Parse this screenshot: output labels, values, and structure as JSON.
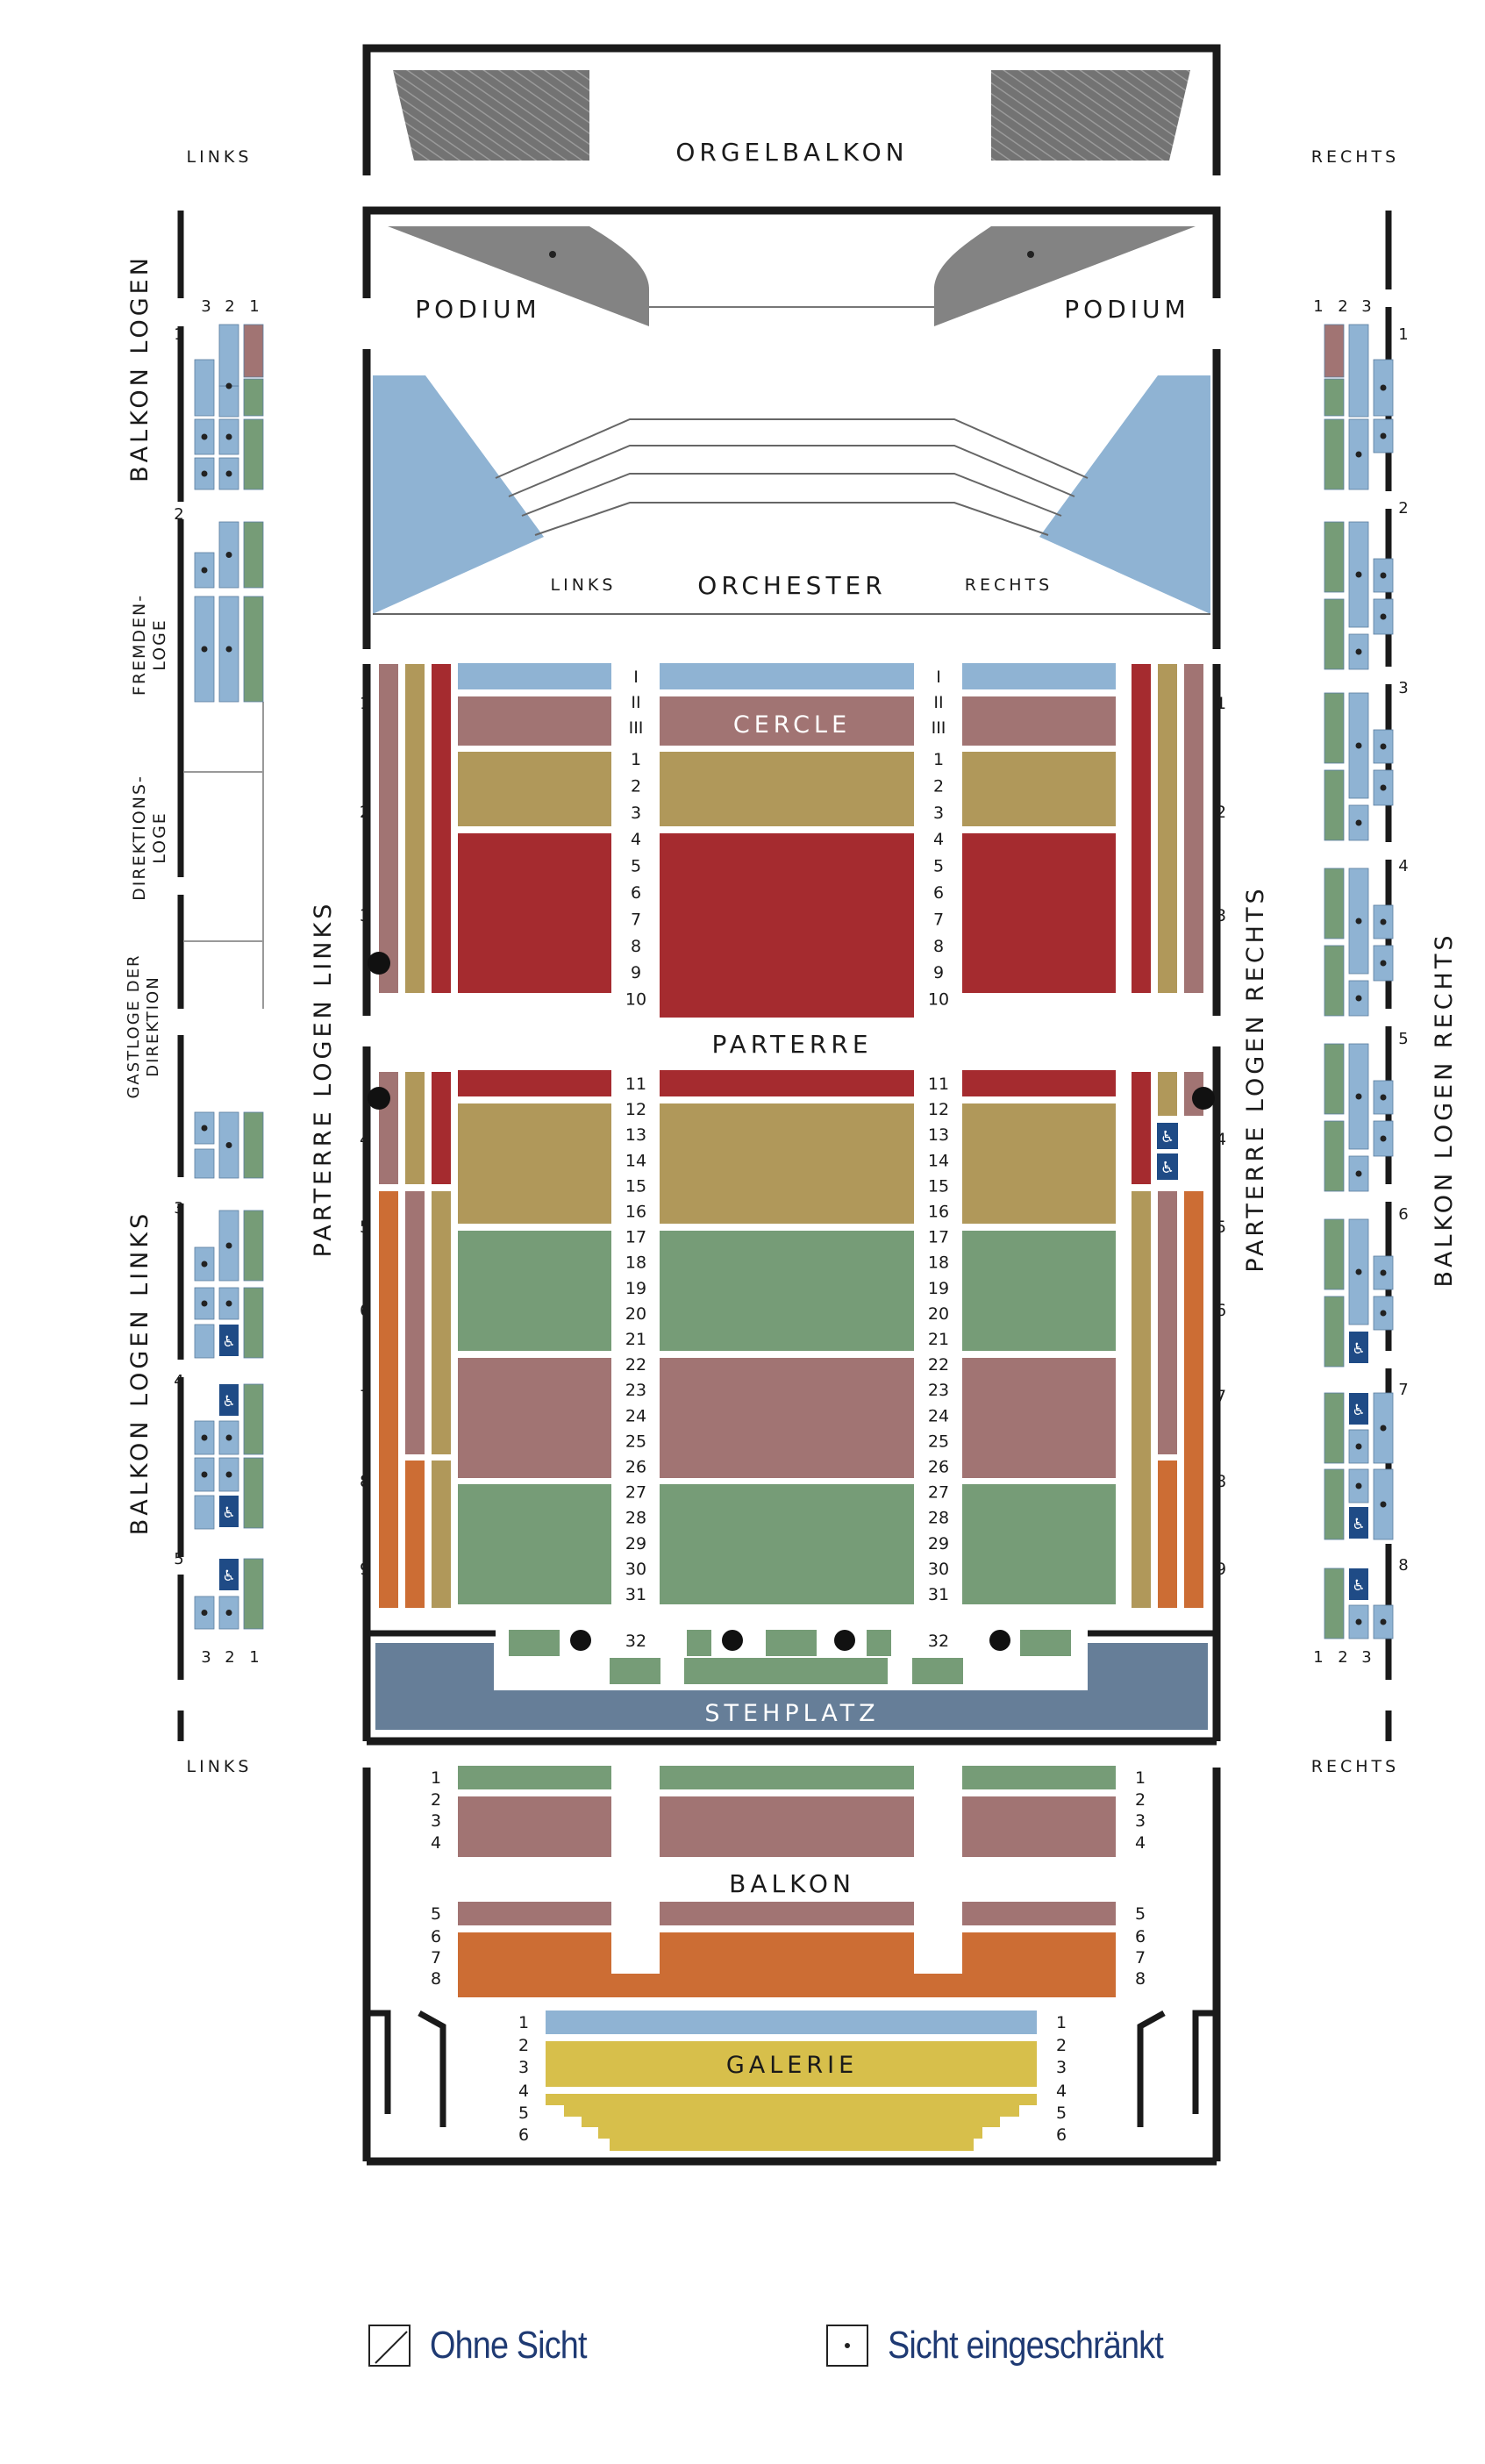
{
  "labels": {
    "links": "LINKS",
    "rechts": "RECHTS",
    "orgelbalkon": "ORGELBALKON",
    "podium": "PODIUM",
    "orchester": "ORCHESTER",
    "cercle": "CERCLE",
    "parterre": "PARTERRE",
    "stehplatz": "STEHPLATZ",
    "balkon": "BALKON",
    "galerie": "GALERIE",
    "balkon_logen": "BALKON LOGEN",
    "balkon_logen_links": "BALKON LOGEN LINKS",
    "balkon_logen_rechts": "BALKON LOGEN RECHTS",
    "parterre_logen_links": "PARTERRE LOGEN LINKS",
    "parterre_logen_rechts": "PARTERRE LOGEN RECHTS",
    "fremdenloge_1": "FREMDEN-",
    "fremdenloge_2": "LOGE",
    "direktionsloge_1": "DIREKTIONS-",
    "direktionsloge_2": "LOGE",
    "gastloge_1": "GASTLOGE DER",
    "gastloge_2": "DIREKTION"
  },
  "legend": {
    "ohne_sicht": "Ohne Sicht",
    "sicht_eingeschraenkt": "Sicht eingeschränkt"
  },
  "row_labels": {
    "cercle": [
      "I",
      "II",
      "III"
    ],
    "parterre": [
      "1",
      "2",
      "3",
      "4",
      "5",
      "6",
      "7",
      "8",
      "9",
      "10",
      "11",
      "12",
      "13",
      "14",
      "15",
      "16",
      "17",
      "18",
      "19",
      "20",
      "21",
      "22",
      "23",
      "24",
      "25",
      "26",
      "27",
      "28",
      "29",
      "30",
      "31",
      "32"
    ],
    "balkon": [
      "1",
      "2",
      "3",
      "4",
      "5",
      "6",
      "7",
      "8"
    ],
    "galerie": [
      "1",
      "2",
      "3",
      "4",
      "5",
      "6"
    ],
    "parterre_logen": [
      "1",
      "2",
      "3",
      "4",
      "5",
      "6",
      "7",
      "8",
      "9"
    ],
    "balkon_logen": [
      "1",
      "2",
      "3",
      "4",
      "5",
      "6",
      "7",
      "8"
    ],
    "balkon_logen_cols_left": [
      "3",
      "2",
      "1"
    ],
    "balkon_logen_cols_right": [
      "1",
      "2",
      "3"
    ]
  },
  "colors": {
    "blue": "#8fb3d3",
    "mauve": "#a17473",
    "olive": "#b0985a",
    "red": "#a52b2f",
    "green": "#769c77",
    "orange": "#cc6d34",
    "steh": "#667e98",
    "yellow": "#d7bf4b",
    "gray": "#838383",
    "hatch": "#737373",
    "wheelchair": "#1f4b86"
  }
}
